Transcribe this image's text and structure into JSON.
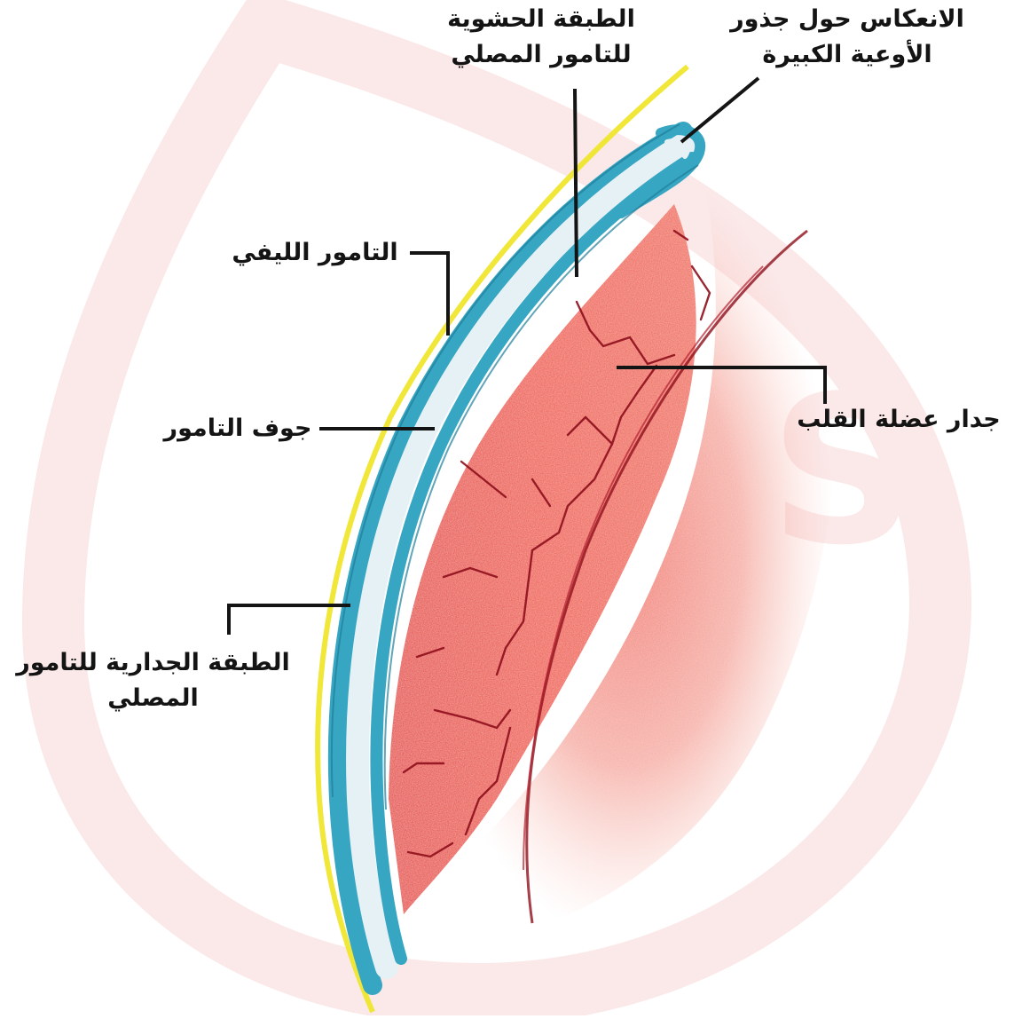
{
  "diagram": {
    "labels": {
      "visceral_layer": [
        "الطبقة الحشوية",
        "للتامور المصلي"
      ],
      "reflection": [
        "الانعكاس حول جذور",
        "الأوعية الكبيرة"
      ],
      "fibrous_pericardium": "التامور الليفي",
      "pericardial_cavity": "جوف التامور",
      "myocardium_wall": "جدار عضلة القلب",
      "parietal_layer": [
        "الطبقة الجدارية للتامور",
        "المصلي"
      ]
    },
    "watermark_letter": "S",
    "colors": {
      "watermark": "#fbe6e6",
      "fibrous_layer": "#efe62e",
      "serous_layer": "#37a6c2",
      "cavity": "#e6f1f5",
      "myocardium": "#ea3b26",
      "myocardium_fade": "#f5b7ae",
      "vessel": "#8e0f1c",
      "leader_line": "#141414"
    }
  }
}
